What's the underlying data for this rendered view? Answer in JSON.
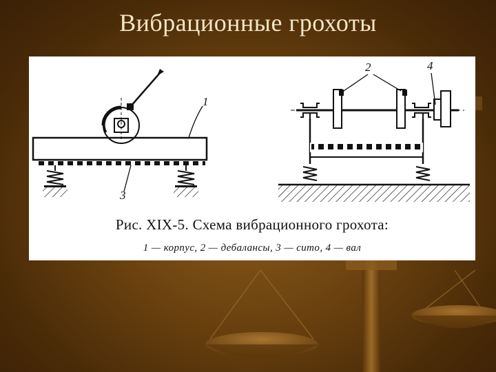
{
  "slide": {
    "title": "Вибрационные грохоты"
  },
  "figure": {
    "caption": "Рис. XIX-5. Схема вибрационного грохота:",
    "legend": "1 — корпус, 2 — дебалансы, 3 — сито, 4 — вал",
    "labels": {
      "housing": "1",
      "unbalances": "2",
      "sieve": "3",
      "shaft": "4"
    }
  },
  "colors": {
    "background": "#6b420f",
    "title": "#f3e6c8",
    "figure_bg": "#ffffff"
  }
}
